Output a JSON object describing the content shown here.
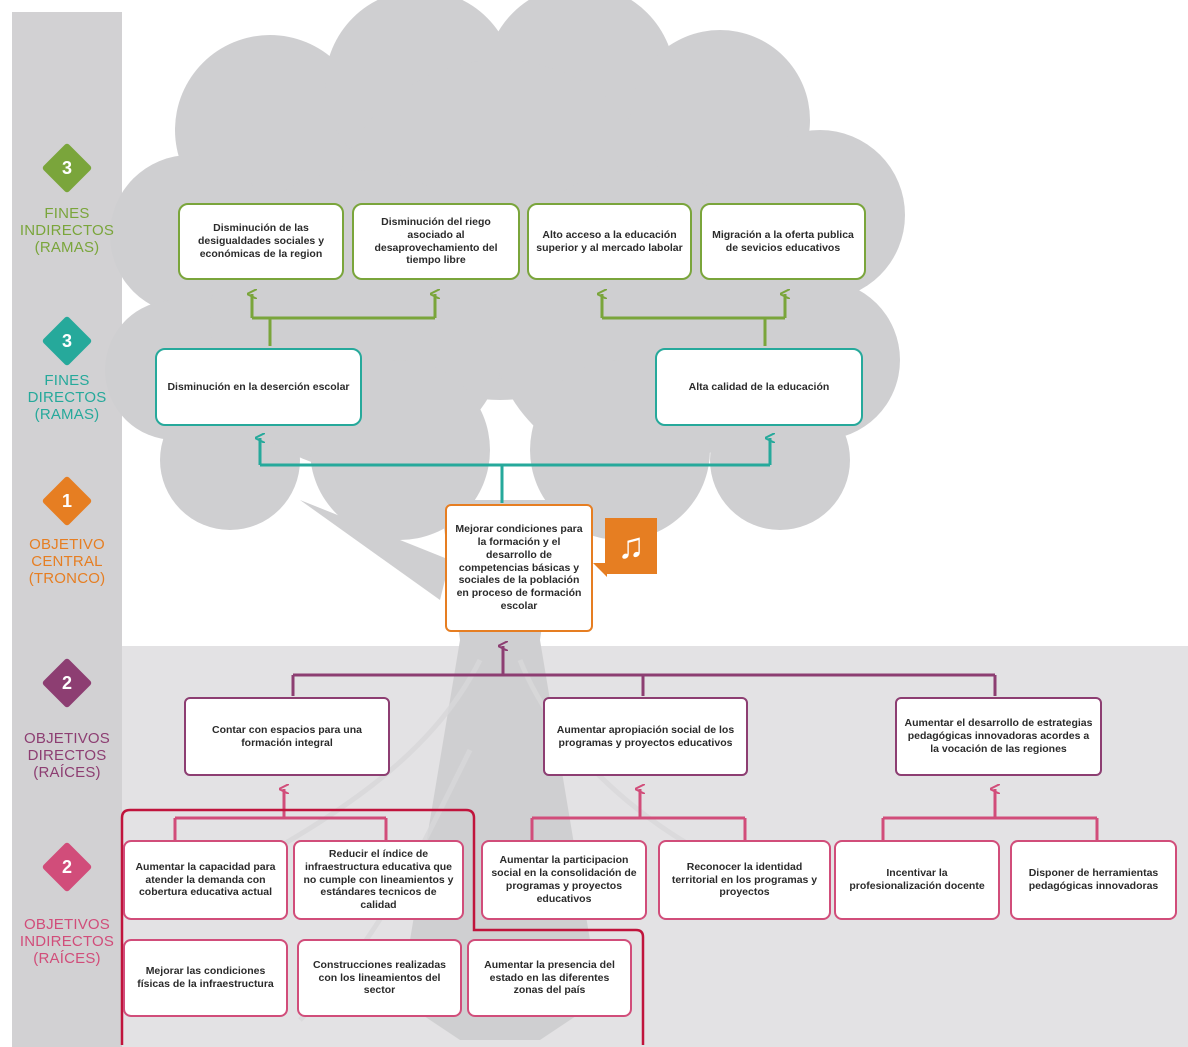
{
  "colors": {
    "fines_indirectos": "#7aa53b",
    "fines_directos": "#26a99b",
    "objetivo_central": "#e67e22",
    "objetivos_directos": "#8d3e72",
    "objetivos_indirectos": "#d14d7a",
    "highlight": "#c0143c",
    "tree": "#cfcfd1"
  },
  "levels": {
    "fines_indirectos": {
      "number": "3",
      "label": "FINES\nINDIRECTOS\n(RAMAS)"
    },
    "fines_directos": {
      "number": "3",
      "label": "FINES\nDIRECTOS\n(RAMAS)"
    },
    "objetivo_central": {
      "number": "1",
      "label": "OBJETIVO\nCENTRAL\n(TRONCO)"
    },
    "objetivos_directos": {
      "number": "2",
      "label": "OBJETIVOS\nDIRECTOS\n(RAÍCES)"
    },
    "objetivos_indirectos": {
      "number": "2",
      "label": "OBJETIVOS\nINDIRECTOS\n(RAÍCES)"
    }
  },
  "fines_indirectos": [
    "Disminución de las desigualdades sociales y económicas de la region",
    "Disminución del riego asociado al desaprovechamiento del tiempo libre",
    "Alto acceso a la educación superior y al mercado labolar",
    "Migración a la oferta publica de sevicios educativos"
  ],
  "fines_directos": [
    "Disminución en la deserción escolar",
    "Alta calidad de la educación"
  ],
  "objetivo_central": "Mejorar condiciones para la formación y el desarrollo de competencias básicas y sociales de la población en proceso de formación escolar",
  "objetivos_directos": [
    "Contar con espacios para una formación integral",
    "Aumentar apropiación social de los programas y proyectos educativos",
    "Aumentar el desarrollo de estrategias pedagógicas innovadoras acordes a la vocación de las regiones"
  ],
  "objetivos_indirectos": [
    "Aumentar la capacidad para atender la demanda con cobertura educativa actual",
    "Reducir el índice de infraestructura educativa que no cumple con lineamientos y estándares tecnicos de calidad",
    "Aumentar la participacion social en la consolidación de programas y proyectos educativos",
    "Reconocer la identidad territorial en los programas y proyectos",
    "Incentivar la profesionalización docente",
    "Disponer de herramientas pedagógicas innovadoras",
    "Mejorar las condiciones físicas de la infraestructura",
    "Construcciones realizadas con los lineamientos del sector",
    "Aumentar la presencia del estado en las diferentes zonas del país"
  ],
  "music_icon": "music-note-icon"
}
